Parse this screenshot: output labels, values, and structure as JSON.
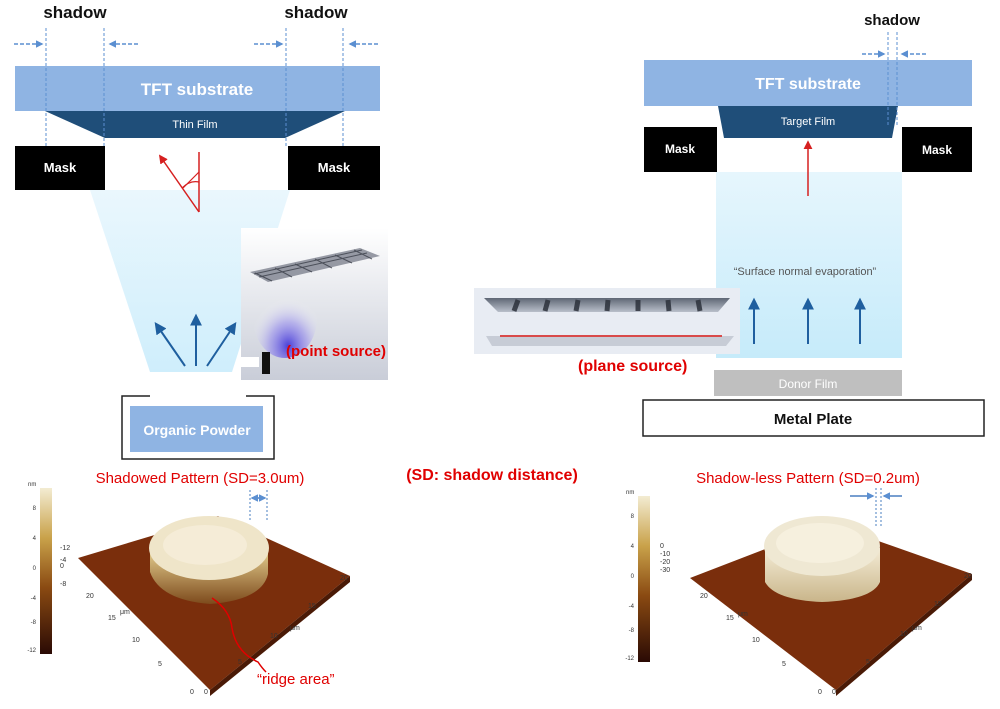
{
  "left": {
    "shadow_label_1": "shadow",
    "shadow_label_2": "shadow",
    "substrate_label": "TFT substrate",
    "film_label": "Thin Film",
    "mask_left_label": "Mask",
    "mask_right_label": "Mask",
    "source_label": "(point source)",
    "powder_label": "Organic Powder",
    "pattern_title": "Shadowed Pattern (SD=3.0um)",
    "ridge_label": "“ridge area”"
  },
  "center": {
    "sd_note": "(SD: shadow distance)"
  },
  "right": {
    "shadow_label": "shadow",
    "substrate_label": "TFT substrate",
    "film_label": "Target Film",
    "mask_left_label": "Mask",
    "mask_right_label": "Mask",
    "evap_label": "“Surface normal evaporation”",
    "source_label": "(plane source)",
    "donor_label": "Donor Film",
    "plate_label": "Metal Plate",
    "pattern_title": "Shadow-less Pattern (SD=0.2um)"
  },
  "afm_left": {
    "colorbar_unit": "nm",
    "colorbar_ticks": [
      "8",
      "4",
      "0",
      "-4",
      "-8",
      "-12"
    ],
    "z_ticks": [
      "0",
      "-8",
      "-4",
      "-12"
    ],
    "x_ticks": [
      "0",
      "5",
      "10",
      "15",
      "20"
    ],
    "y_ticks": [
      "0",
      "5",
      "10",
      "15",
      "20"
    ],
    "x_unit": "μm",
    "y_unit": "μm"
  },
  "afm_right": {
    "colorbar_unit": "nm",
    "colorbar_ticks": [
      "8",
      "4",
      "0",
      "-4",
      "-8",
      "-12"
    ],
    "z_ticks": [
      "0",
      "-10",
      "-20",
      "-30"
    ],
    "x_ticks": [
      "0",
      "5",
      "10",
      "15",
      "20"
    ],
    "y_ticks": [
      "0",
      "5",
      "10",
      "15",
      "20"
    ],
    "x_unit": "μm",
    "y_unit": "μm"
  },
  "colors": {
    "substrate": "#8fb4e3",
    "film": "#1f4e79",
    "mask": "#000000",
    "highlight_red": "#e00000",
    "dashed_arrow": "#5b8fd1",
    "plume": "#bfe8fb",
    "afm_floor": "#7a2e0c",
    "afm_top": "#efe5c9"
  }
}
